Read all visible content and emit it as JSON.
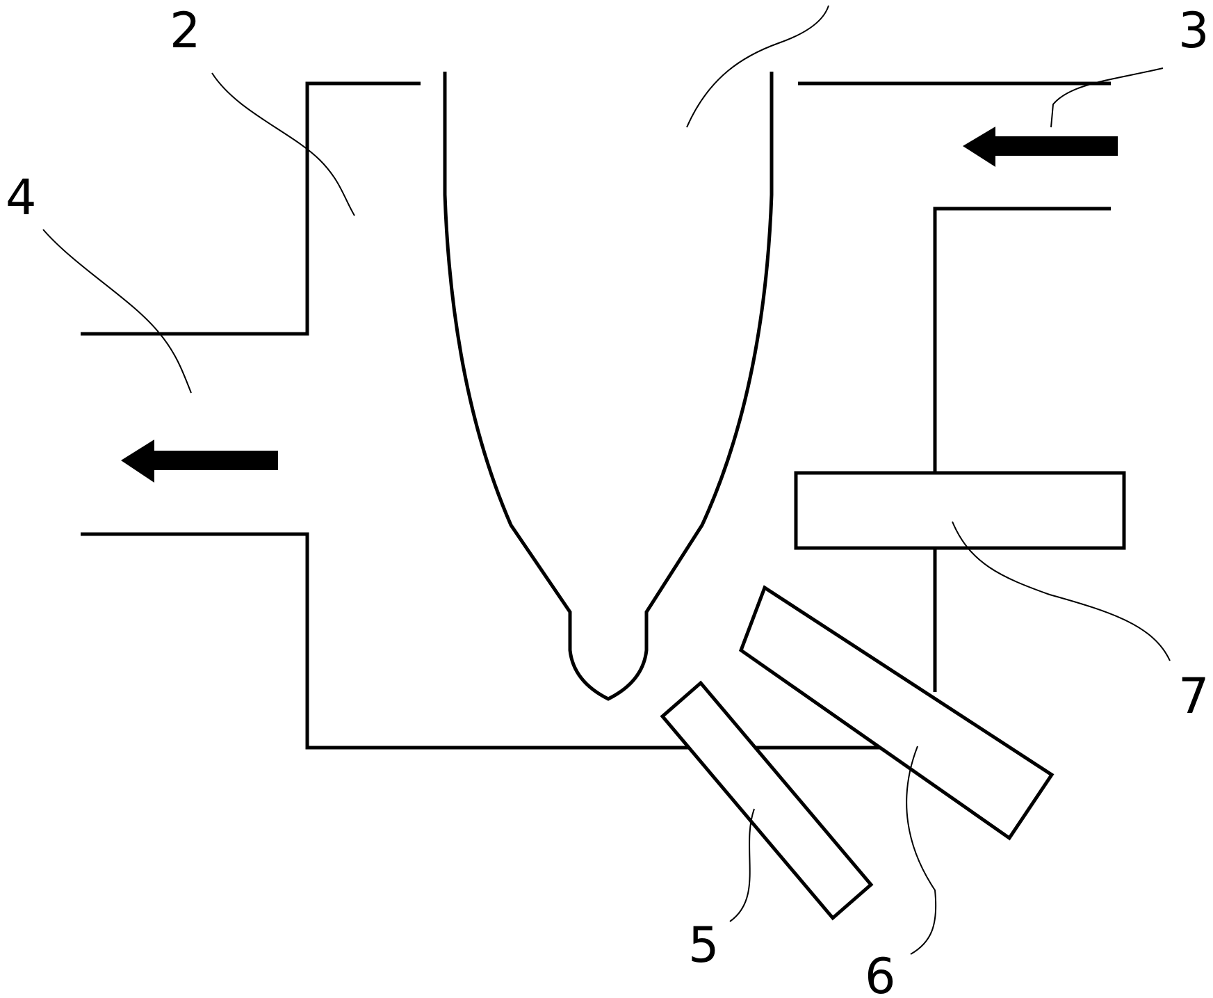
{
  "labels": {
    "num_2": "2",
    "num_3": "3",
    "num_4": "4",
    "num_5": "5",
    "num_6": "6",
    "num_7": "7"
  },
  "colors": {
    "line": "#000000",
    "background": "#ffffff"
  }
}
